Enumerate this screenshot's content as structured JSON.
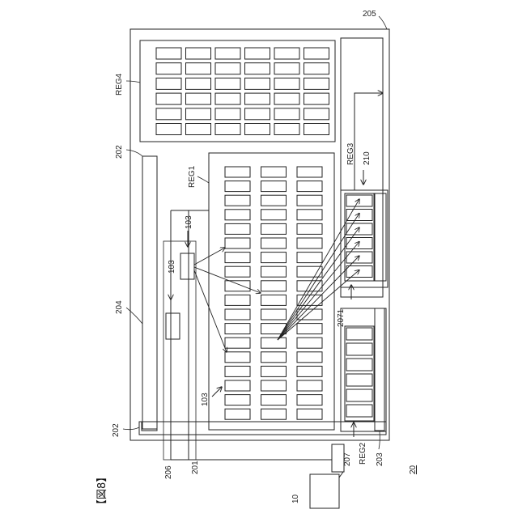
{
  "figure": {
    "title": "【図8】",
    "labels": {
      "ref_205": "205",
      "reg4": "REG4",
      "ref_202_top": "202",
      "reg1": "REG1",
      "reg3": "REG3",
      "ref_210": "210",
      "ref_103_a": "103",
      "ref_103_b": "103",
      "ref_103_c": "103",
      "ref_204": "204",
      "ref_2071": "2071",
      "ref_202_bottom": "202",
      "ref_206": "206",
      "ref_201": "201",
      "ref_207": "207",
      "reg2": "REG2",
      "ref_203": "203",
      "ref_20": "20",
      "ref_10": "10"
    }
  }
}
